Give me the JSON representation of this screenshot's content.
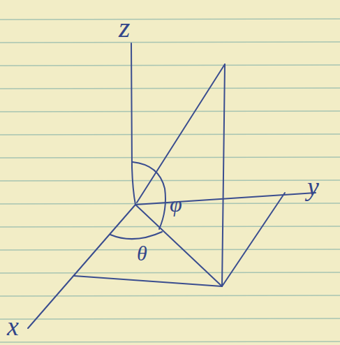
{
  "diagram": {
    "labels": [
      "z",
      "φ",
      "y",
      "θ",
      "x"
    ]
  }
}
